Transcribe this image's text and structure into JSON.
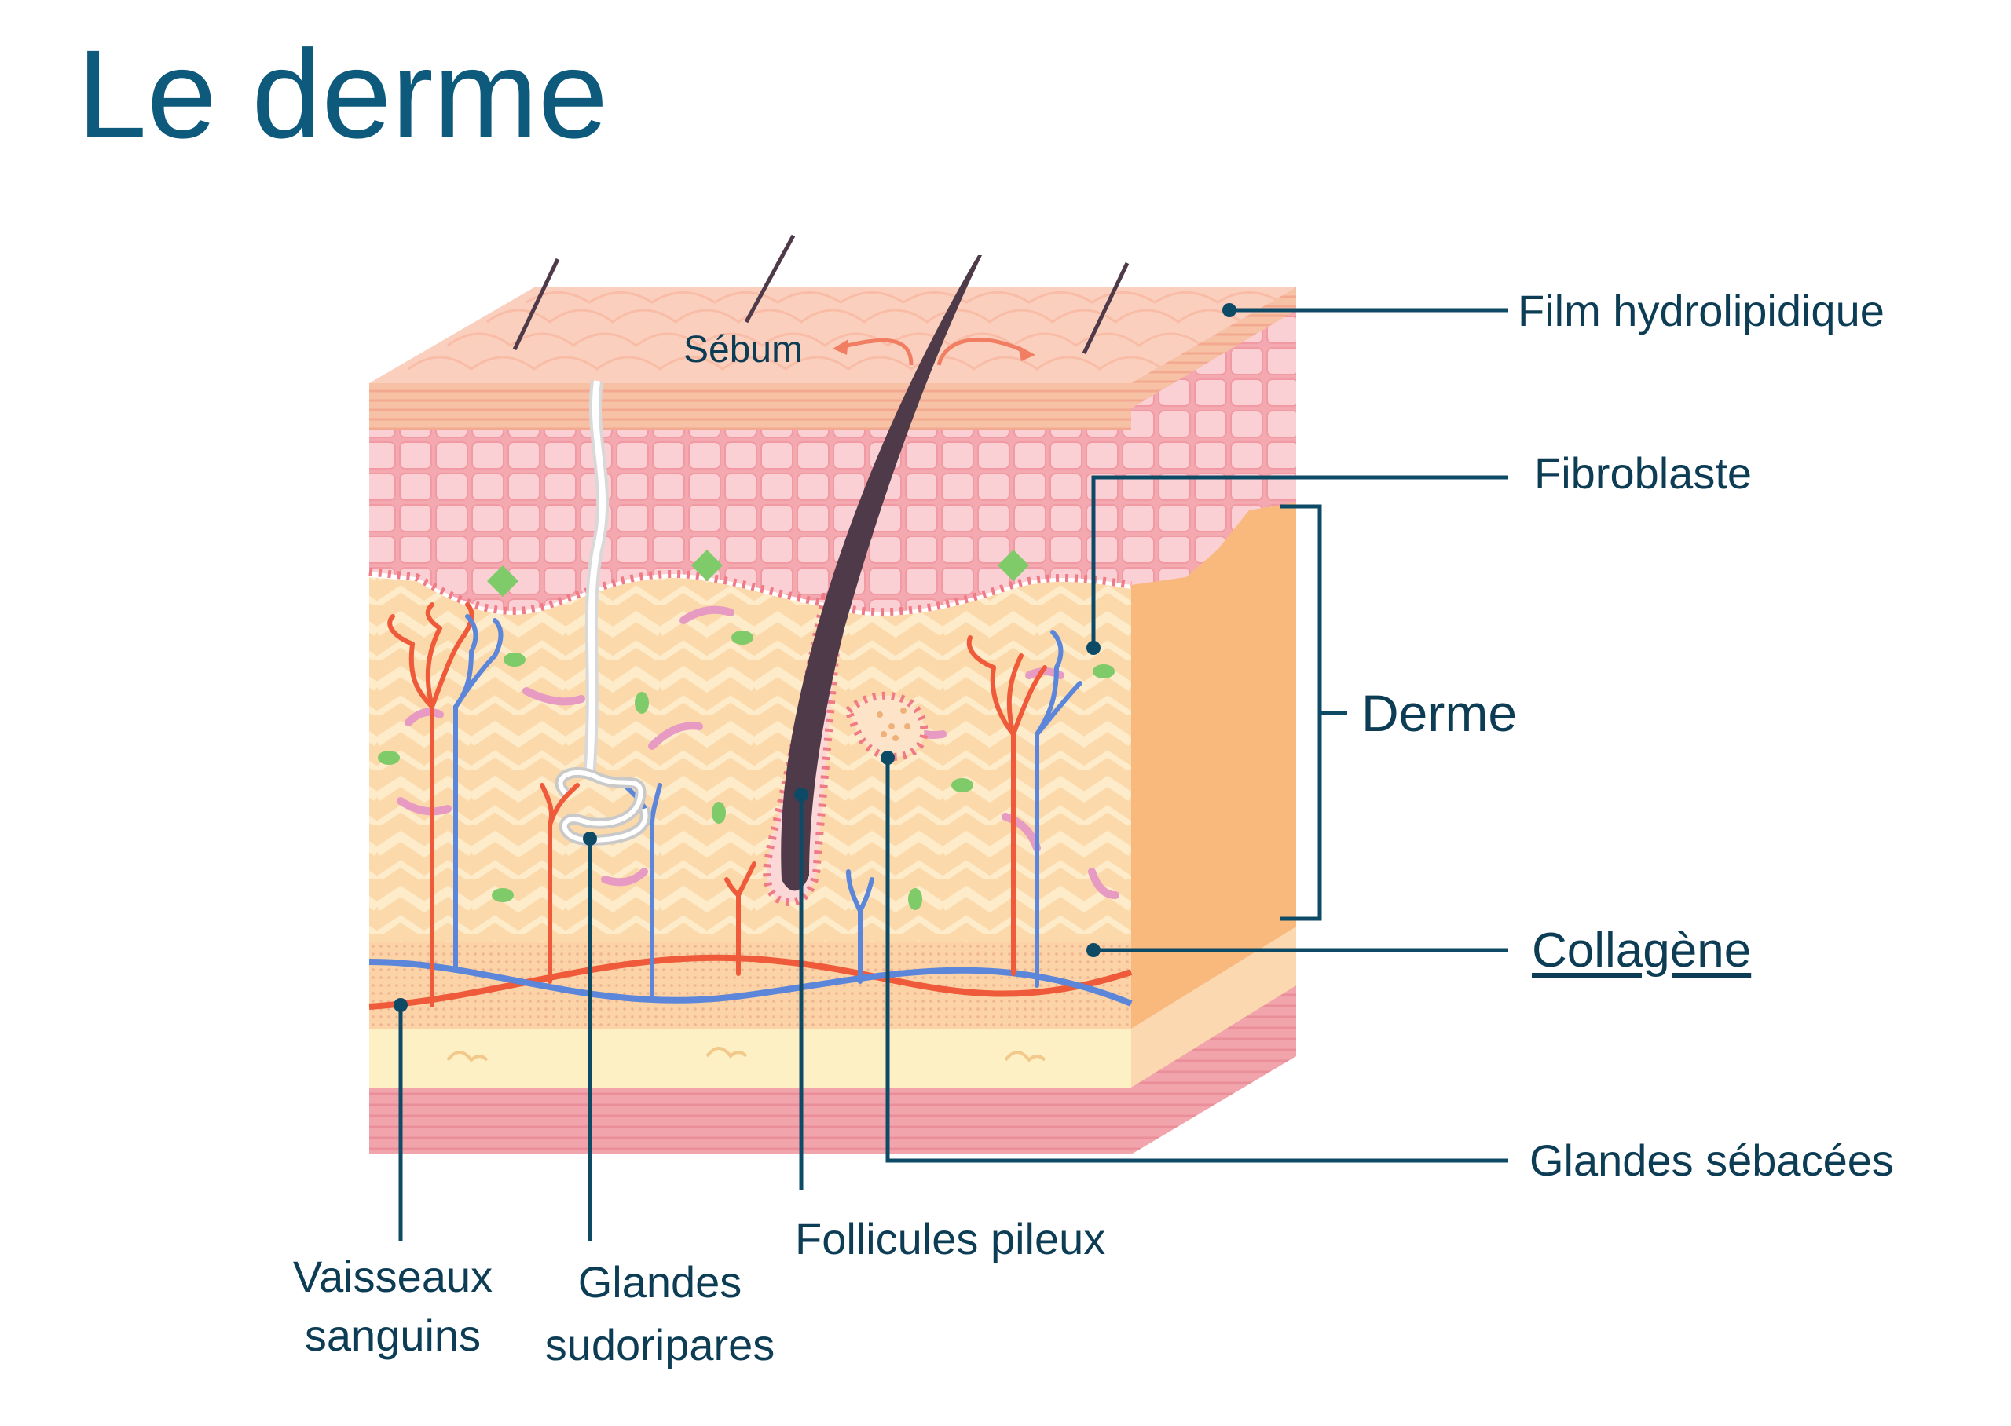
{
  "title": "Le derme",
  "labels": {
    "sebum": "Sébum",
    "film": "Film hydrolipidique",
    "fibroblaste": "Fibroblaste",
    "derme": "Derme",
    "collagene": "Collagène",
    "glandes_sebacees": "Glandes sébacées",
    "follicules": "Follicules pileux",
    "vaisseaux_1": "Vaisseaux",
    "vaisseaux_2": "sanguins",
    "sudoripares_1": "Glandes",
    "sudoripares_2": "sudoripares"
  },
  "colors": {
    "title": "#0e5a7c",
    "label_text": "#0d3c55",
    "leader_line": "#0d4a66",
    "epidermis": "#f6b9bd",
    "dermis": "#fbd8a8",
    "hypodermis": "#fdeec2",
    "muscle": "#ef9aa4",
    "artery": "#ef5a3a",
    "vein": "#5b86d9"
  }
}
